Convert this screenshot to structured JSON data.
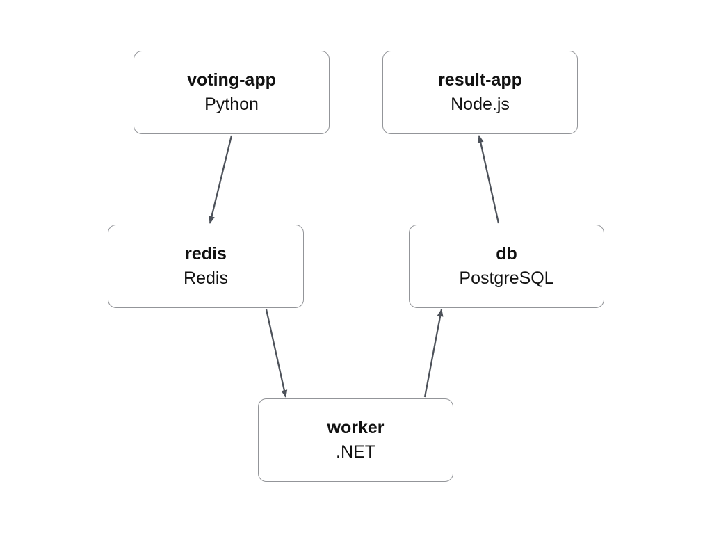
{
  "diagram": {
    "nodes": [
      {
        "id": "voting-app",
        "name": "voting-app",
        "tech": "Python"
      },
      {
        "id": "result-app",
        "name": "result-app",
        "tech": "Node.js"
      },
      {
        "id": "redis",
        "name": "redis",
        "tech": "Redis"
      },
      {
        "id": "db",
        "name": "db",
        "tech": "PostgreSQL"
      },
      {
        "id": "worker",
        "name": "worker",
        "tech": ".NET"
      }
    ],
    "edges": [
      {
        "from": "voting-app",
        "to": "redis"
      },
      {
        "from": "redis",
        "to": "worker"
      },
      {
        "from": "worker",
        "to": "db"
      },
      {
        "from": "db",
        "to": "result-app"
      }
    ],
    "colors": {
      "node_border": "#939599",
      "arrow": "#4d525a",
      "text": "#111111",
      "background": "#ffffff"
    }
  }
}
